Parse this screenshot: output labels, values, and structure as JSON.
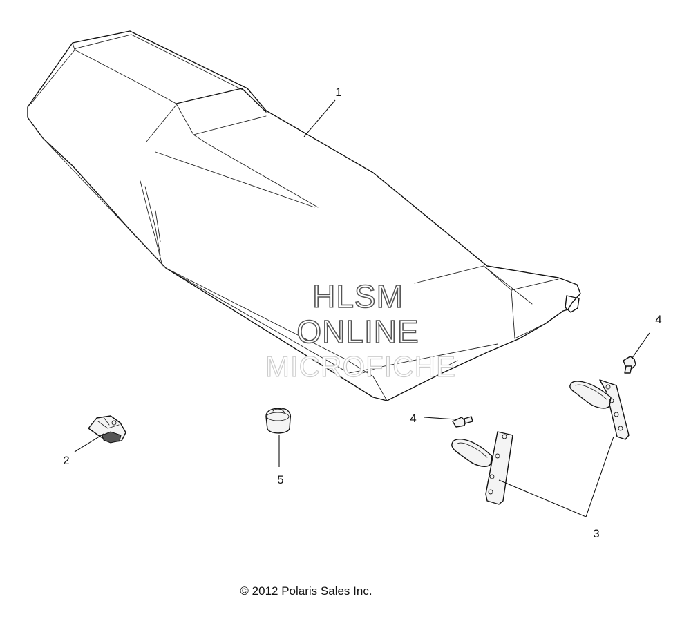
{
  "callouts": {
    "c1": "1",
    "c2": "2",
    "c3": "3",
    "c4a": "4",
    "c4b": "4",
    "c5": "5"
  },
  "watermark": {
    "line1": "HLSM",
    "line2": "ONLINE",
    "line3": "MICROFICHE"
  },
  "copyright": "© 2012 Polaris Sales Inc."
}
